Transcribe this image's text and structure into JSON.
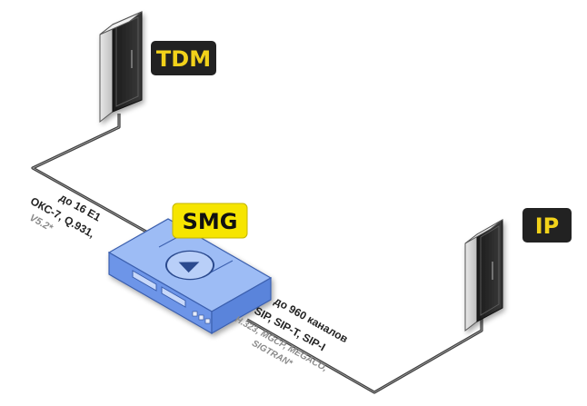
{
  "nodes": {
    "tdm": {
      "label": "TDM"
    },
    "smg": {
      "label": "SMG"
    },
    "ip": {
      "label": "IP"
    }
  },
  "links": {
    "tdm_side": {
      "line1": "до 16 E1",
      "line2": "ОКС-7, Q.931,",
      "line3": "V5.2*"
    },
    "ip_side": {
      "line1": "до 960 каналов",
      "line2": "SIP, SIP-T, SIP-I",
      "line3": "H.323, MGCP, MEGACO,",
      "line4": "SIGTRAN*"
    }
  },
  "colors": {
    "badge_dark": "#222222",
    "badge_dark_text": "#f2d21a",
    "badge_yellow": "#f6e500",
    "badge_yellow_text": "#111111",
    "device_body": "#6d95e8",
    "device_top": "#9dbcf5",
    "cable": "#444444",
    "label_dark": "#222222",
    "label_gray": "#8a8a8a"
  },
  "icons": {
    "tdm_network": "cabinet-icon",
    "ip_network": "cabinet-icon",
    "smg_device": "gateway-device-icon",
    "smg_logo": "play-circle-icon"
  }
}
